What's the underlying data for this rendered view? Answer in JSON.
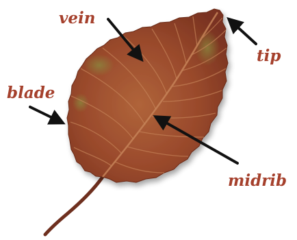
{
  "labels": {
    "vein": "vein",
    "tip": "tip",
    "blade": "blade",
    "midrib": "midrib"
  },
  "colors": {
    "label_color": "#a5402c",
    "arrow_color": "#111111",
    "leaf_dark": "#7a3320",
    "leaf_mid": "#9a4a2c",
    "leaf_light": "#b0643a",
    "leaf_green_tint": "#7c7a3a",
    "vein_color": "#c58358",
    "stem_color": "#6e2f1e"
  }
}
